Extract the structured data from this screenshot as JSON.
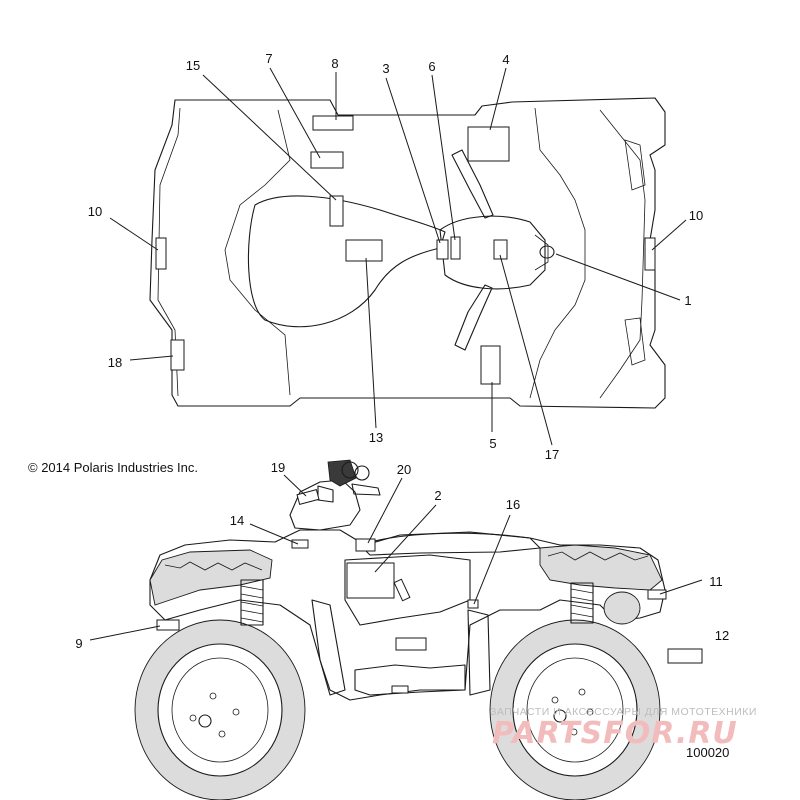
{
  "copyright": "© 2014 Polaris Industries Inc.",
  "figure_number": "100020",
  "watermark": {
    "tagline": "ЗАПЧАСТИ И АКСЕССУАРЫ ДЛЯ МОТОТЕХНИКИ",
    "logo": "PARTSFOR.RU"
  },
  "callouts": {
    "c1": "1",
    "c2": "2",
    "c3": "3",
    "c4": "4",
    "c5": "5",
    "c6": "6",
    "c7": "7",
    "c8": "8",
    "c9": "9",
    "c10a": "10",
    "c10b": "10",
    "c11": "11",
    "c12": "12",
    "c13": "13",
    "c14": "14",
    "c15": "15",
    "c16": "16",
    "c17": "17",
    "c18": "18",
    "c19": "19",
    "c20": "20"
  },
  "colors": {
    "line": "#1a1a1a",
    "watermark_logo": "#f2bcbc",
    "watermark_text": "#bdbdbd"
  }
}
